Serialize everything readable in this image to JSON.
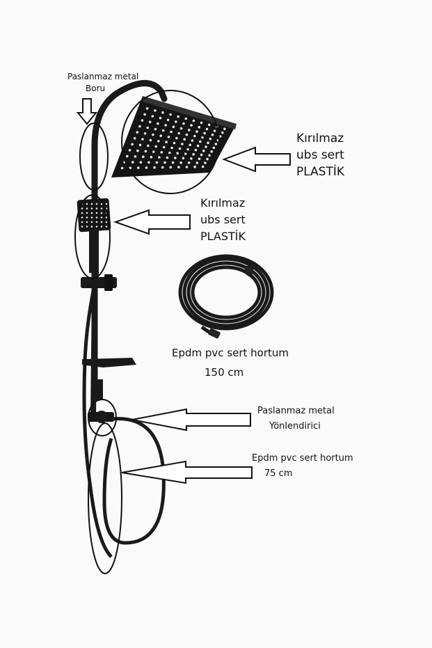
{
  "labels": {
    "pipe_line1": "Paslanmaz metal",
    "pipe_line2": "Boru",
    "head_line1": "Kırılmaz",
    "head_line2": "ubs sert",
    "head_line3": "PLASTİK",
    "hand_line1": "Kırılmaz",
    "hand_line2": "ubs sert",
    "hand_line3": "PLASTİK",
    "hose150_line1": "Epdm pvc sert hortum",
    "hose150_line2": "150 cm",
    "diverter_line1": "Paslanmaz metal",
    "diverter_line2": "Yönlendirici",
    "hose75_line1": "Epdm pvc sert hortum",
    "hose75_line2": "75 cm"
  }
}
